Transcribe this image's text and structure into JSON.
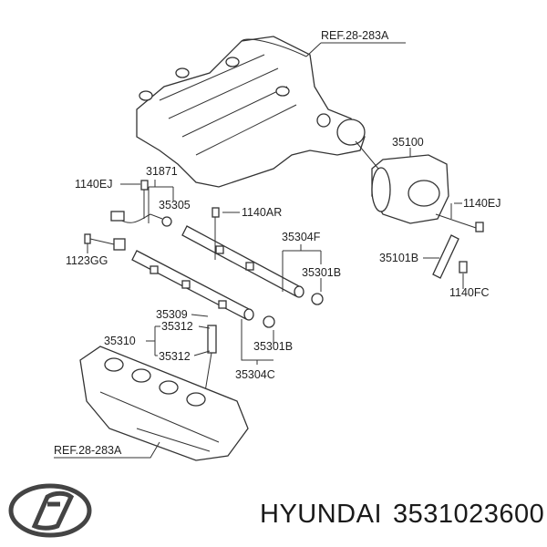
{
  "diagram": {
    "labels": {
      "ref_top": "REF.28-283A",
      "throttle_body": "35100",
      "bolt_right": "1140EJ",
      "bracket": "35101B",
      "bolt_bracket": "1140FC",
      "hose_assy": "31871",
      "bolt_left": "1140EJ",
      "fitting": "35305",
      "bolt_rail": "1140AR",
      "rail_front": "35304F",
      "plug_upper": "35301B",
      "bolt_1123": "1123GG",
      "insulator": "35309",
      "oring_top": "35312",
      "injector": "35310",
      "oring_bottom": "35312",
      "plug_lower": "35301B",
      "rail_rear": "35304C",
      "ref_bottom": "REF.28-283A"
    }
  },
  "footer": {
    "brand": "HYUNDAI",
    "part_number": "3531023600",
    "logo": "hyundai-logo"
  }
}
